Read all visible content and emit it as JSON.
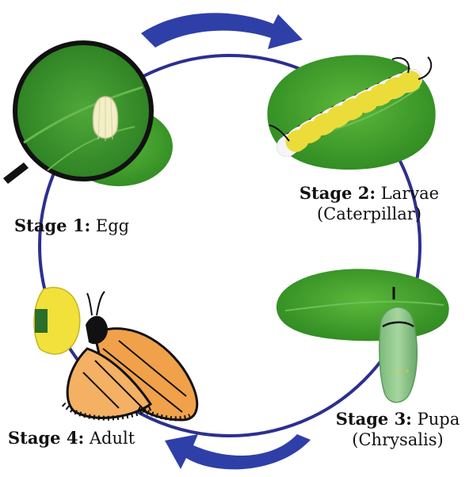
{
  "stages": [
    {
      "title": "Stage 1:",
      "name": "Egg",
      "sub": ""
    },
    {
      "title": "Stage 2:",
      "name": "Larvae",
      "sub": "(Caterpillar)"
    },
    {
      "title": "Stage 3:",
      "name": "Pupa",
      "sub": "(Chrysalis)"
    },
    {
      "title": "Stage 4:",
      "name": "Adult",
      "sub": ""
    }
  ],
  "colors": {
    "cycle_ring": "#2d2f8f",
    "arrow": "#2f3fa8",
    "leaf": "#3f9a2c",
    "chrysalis": "#8bc48a",
    "wing": "#f0a14a"
  }
}
